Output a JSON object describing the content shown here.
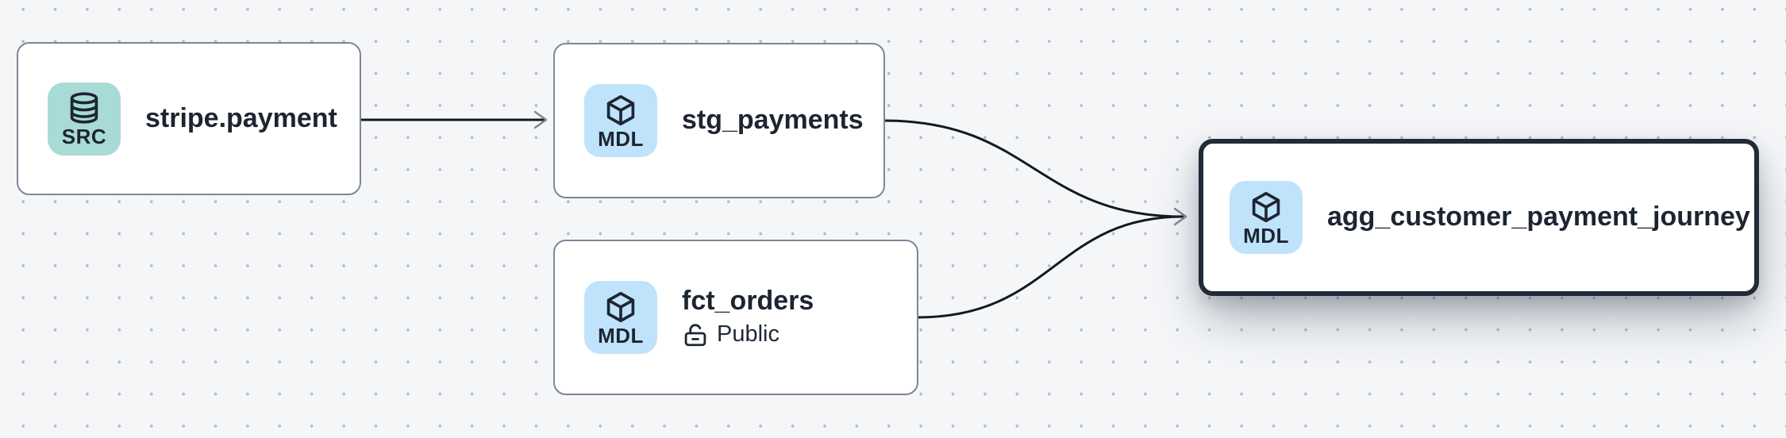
{
  "canvas": {
    "background_color": "#f4f6f8",
    "dot_color": "#7d8490",
    "edge_color": "#14181f",
    "arrowhead_color": "#7e8594",
    "node_border_color": "#7e8696",
    "selected_border_color": "#222b38",
    "text_color": "#1c2531"
  },
  "nodes": [
    {
      "label": "stripe.payment",
      "badge": "SRC",
      "type": "source",
      "icon": "database-icon",
      "badge_color": "#a9dbd6",
      "selected": false
    },
    {
      "label": "stg_payments",
      "badge": "MDL",
      "type": "model",
      "icon": "cube-icon",
      "badge_color": "#bfe3fa",
      "selected": false
    },
    {
      "label": "fct_orders",
      "badge": "MDL",
      "type": "model",
      "icon": "cube-icon",
      "badge_color": "#bfe3fa",
      "access": "Public",
      "selected": false
    },
    {
      "label": "agg_customer_payment_journey",
      "badge": "MDL",
      "type": "model",
      "icon": "cube-icon",
      "badge_color": "#bfe3fa",
      "selected": true
    }
  ],
  "edges": [
    {
      "from": "stripe.payment",
      "to": "stg_payments"
    },
    {
      "from": "stg_payments",
      "to": "agg_customer_payment_journey"
    },
    {
      "from": "fct_orders",
      "to": "agg_customer_payment_journey"
    }
  ]
}
